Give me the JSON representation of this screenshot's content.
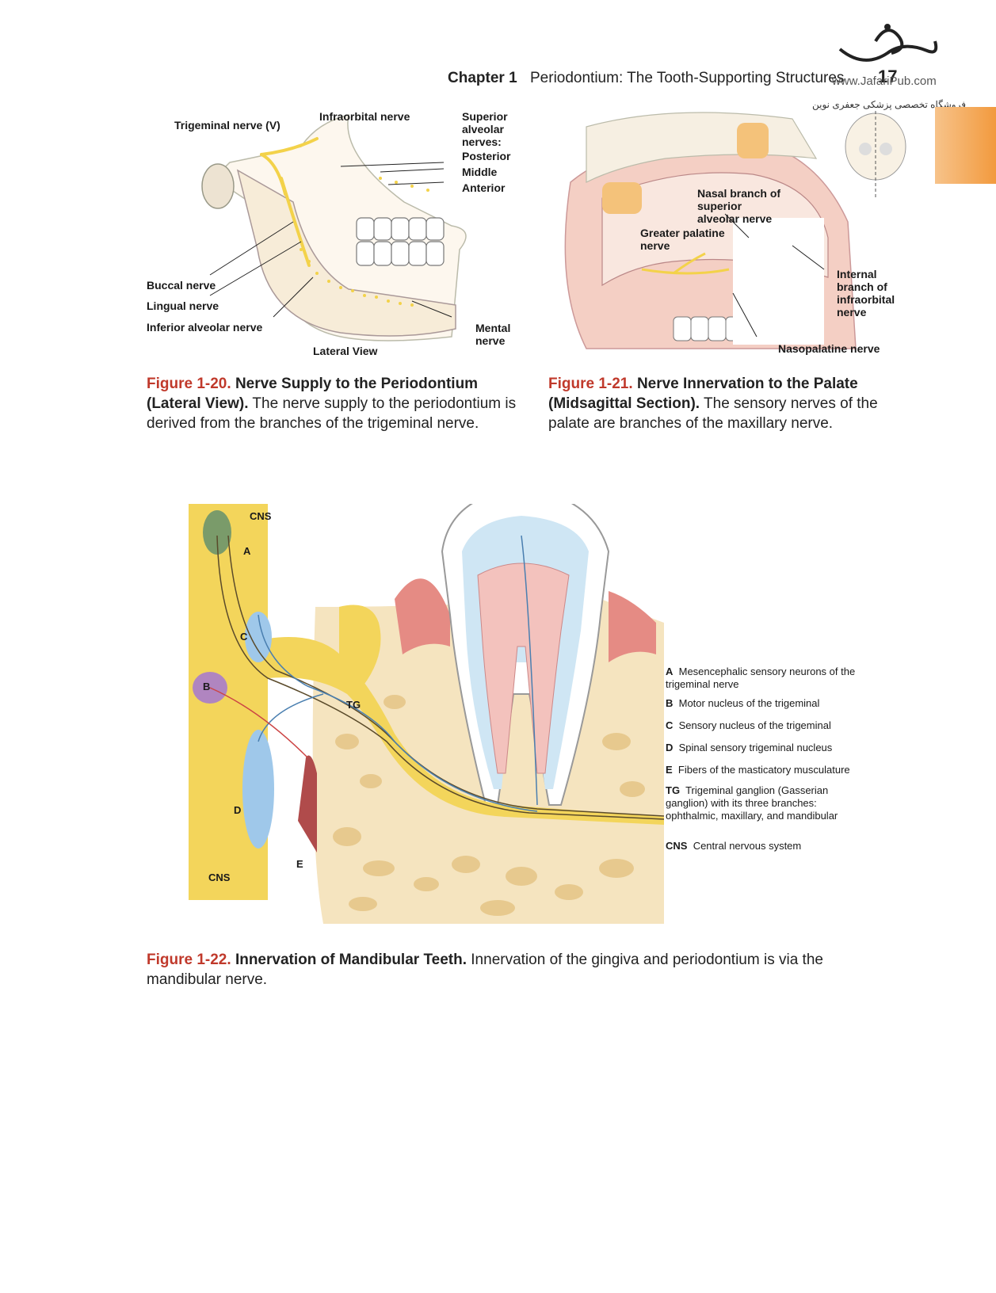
{
  "header": {
    "chapter": "Chapter 1",
    "title": "Periodontium: The Tooth-Supporting Structures",
    "page_number": "17",
    "publisher_url": "www.JafariPub.com",
    "publisher_store": "فروشگاه تخصصی پزشکی جعفری نوین"
  },
  "figure_1_20": {
    "labels": {
      "trigeminal": "Trigeminal nerve (V)",
      "infraorbital": "Infraorbital nerve",
      "superior_alveolar": "Superior alveolar nerves:",
      "posterior": "Posterior",
      "middle": "Middle",
      "anterior": "Anterior",
      "buccal": "Buccal nerve",
      "lingual": "Lingual nerve",
      "inferior_alveolar": "Inferior alveolar nerve",
      "mental": "Mental nerve",
      "view": "Lateral View"
    },
    "caption": {
      "number": "Figure 1-20.",
      "title": "Nerve Supply to the Periodontium (Lateral View).",
      "text": "The nerve supply to the periodontium is derived from the branches of the trigeminal nerve."
    }
  },
  "figure_1_21": {
    "labels": {
      "nasal_branch": "Nasal branch of superior alveolar nerve",
      "greater_palatine": "Greater palatine nerve",
      "internal_branch": "Internal branch of infraorbital nerve",
      "nasopalatine": "Nasopalatine nerve"
    },
    "caption": {
      "number": "Figure 1-21.",
      "title": "Nerve Innervation to the Palate (Midsagittal Section).",
      "text": "The sensory nerves of the palate are branches of the maxillary nerve."
    }
  },
  "figure_1_22": {
    "labels": {
      "cns_top": "CNS",
      "cns_bottom": "CNS",
      "a": "A",
      "b": "B",
      "c": "C",
      "d": "D",
      "e": "E",
      "tg": "TG"
    },
    "legend": [
      {
        "key": "A",
        "text": "Mesencephalic sensory neurons of the trigeminal nerve"
      },
      {
        "key": "B",
        "text": "Motor nucleus of the trigeminal"
      },
      {
        "key": "C",
        "text": "Sensory nucleus of the trigeminal"
      },
      {
        "key": "D",
        "text": "Spinal sensory trigeminal nucleus"
      },
      {
        "key": "E",
        "text": "Fibers of the masticatory musculature"
      },
      {
        "key": "TG",
        "text": "Trigeminal ganglion (Gasserian ganglion) with its three branches: ophthalmic, maxillary, and mandibular"
      },
      {
        "key": "CNS",
        "text": "Central nervous system"
      }
    ],
    "caption": {
      "number": "Figure 1-22.",
      "title": "Innervation of Mandibular Teeth.",
      "text": "Innervation of the gingiva and periodontium is via the mandibular nerve."
    }
  },
  "colors": {
    "caption_red": "#c0392b",
    "nerve_yellow": "#f3d24a",
    "tab_orange": "#f29a3e"
  }
}
